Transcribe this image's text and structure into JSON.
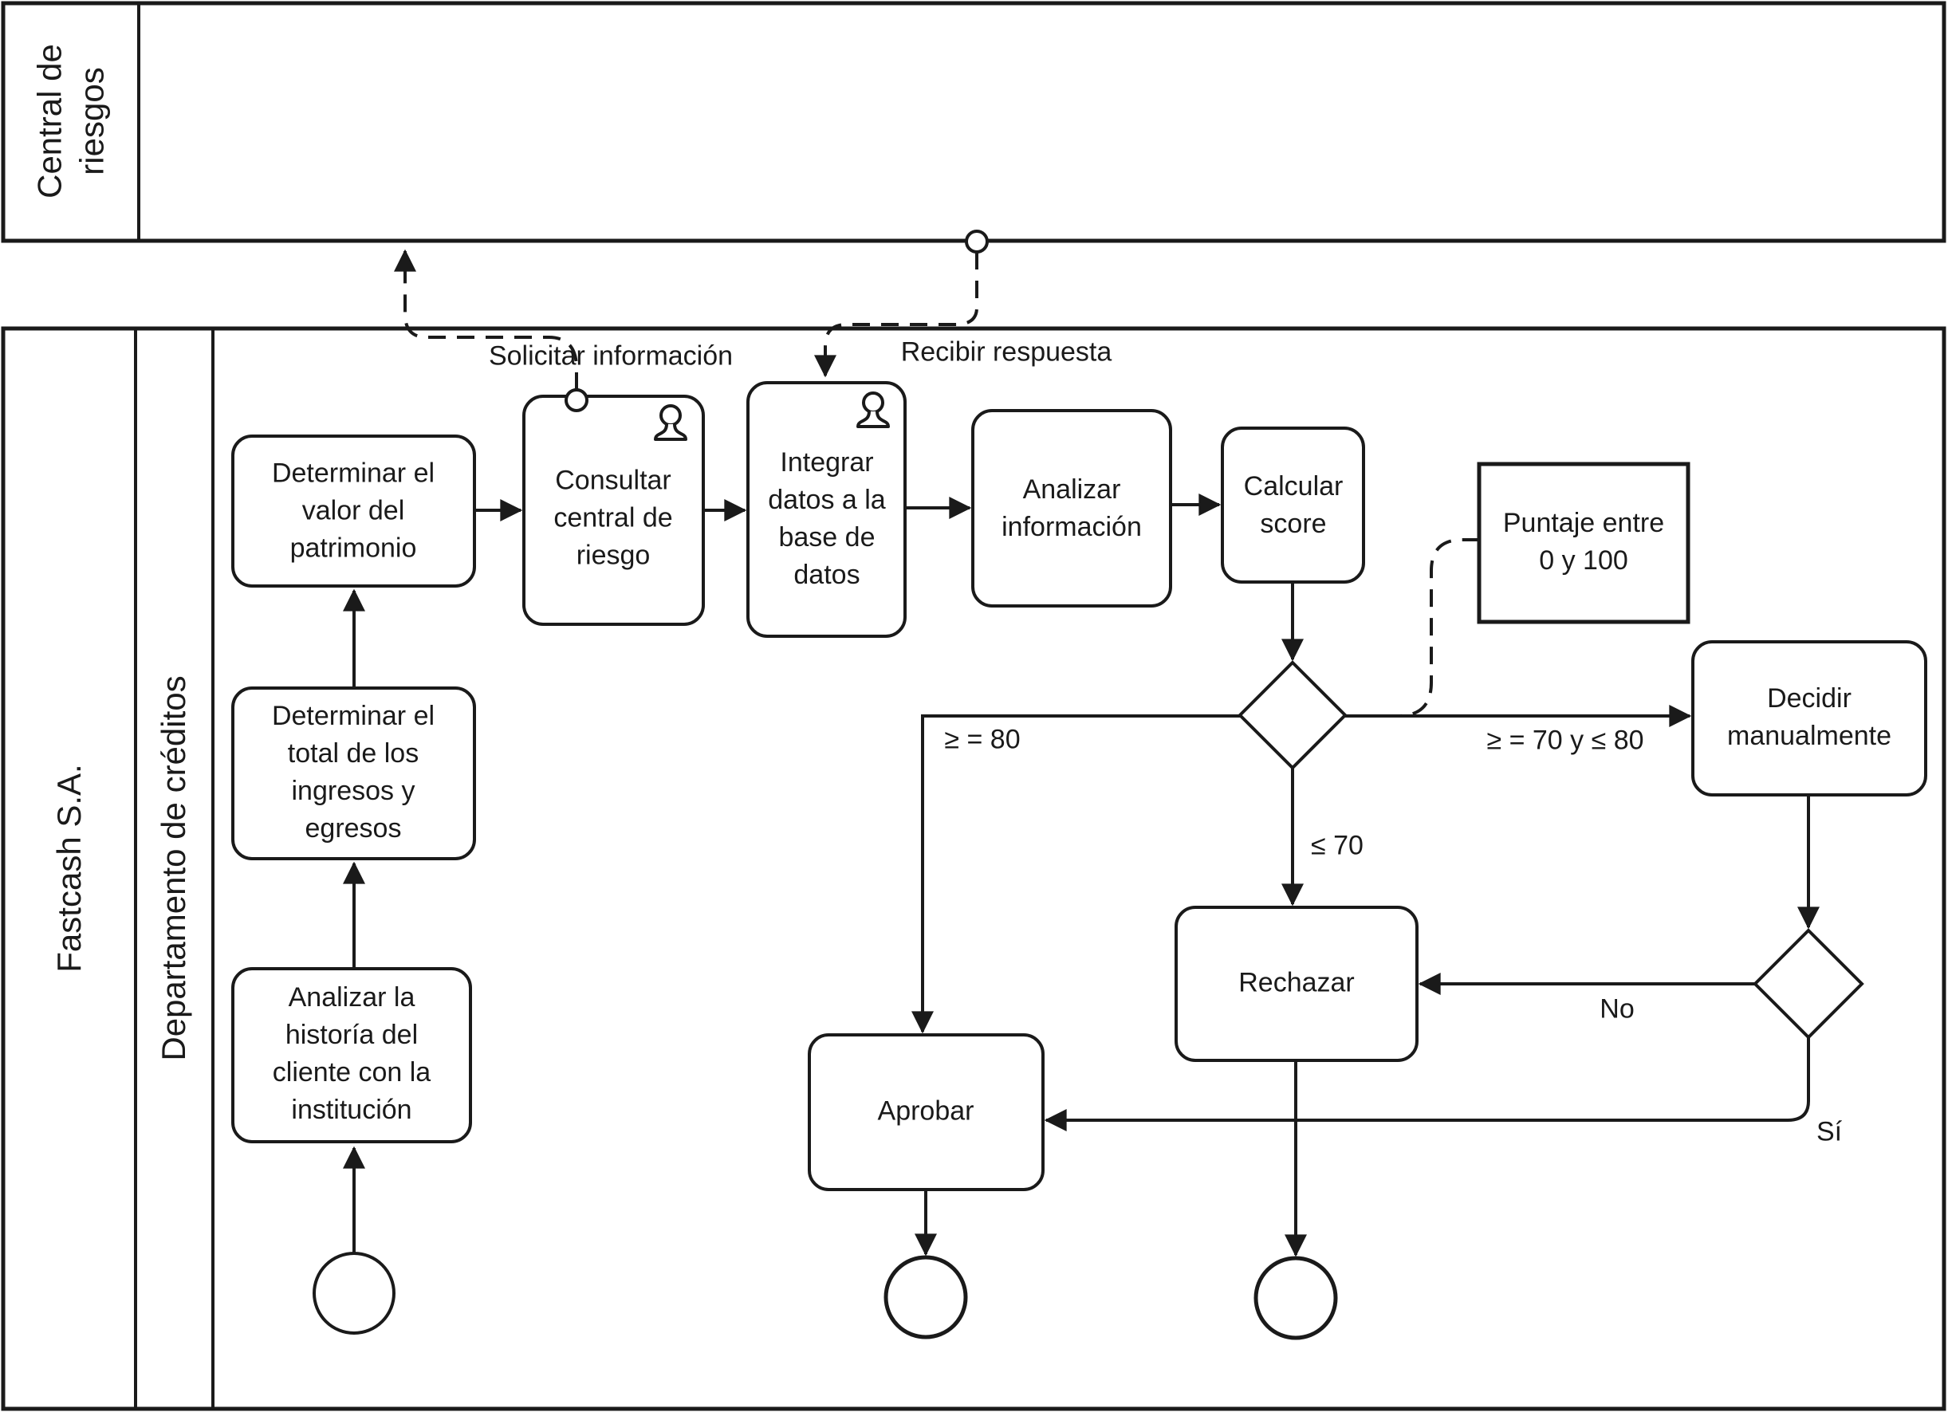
{
  "pools": {
    "central": {
      "label": "Central de\nriesgos"
    },
    "fastcash": {
      "label": "Fastcash S.A.",
      "lane": "Departamento de créditos"
    }
  },
  "nodes": {
    "det_valor": {
      "label": "Determinar el\nvalor del\npatrimonio"
    },
    "det_total": {
      "label": "Determinar el\ntotal de los\ningresos y\negresos"
    },
    "analizar_historia": {
      "label": "Analizar la\nhistoría del\ncliente con la\ninstitución"
    },
    "consultar": {
      "label": "Consultar\ncentral de\nriesgo"
    },
    "integrar": {
      "label": "Integrar\ndatos a la\nbase de\ndatos"
    },
    "analizar_info": {
      "label": "Analizar\ninformación"
    },
    "calcular": {
      "label": "Calcular\nscore"
    },
    "decidir": {
      "label": "Decidir\nmanualmente"
    },
    "rechazar": {
      "label": "Rechazar"
    },
    "aprobar": {
      "label": "Aprobar"
    },
    "annotation": {
      "label": "Puntaje entre\n0 y 100"
    }
  },
  "edge_labels": {
    "solicitar": "Solicitar información",
    "recibir": "Recibir respuesta",
    "ge80": "≥ = 80",
    "le70": "≤ 70",
    "between": "≥ = 70 y ≤ 80",
    "no": "No",
    "si": "Sí"
  },
  "colors": {
    "stroke": "#1a1a1a",
    "fill": "#ffffff"
  },
  "icons": {
    "stamp": "stamp-icon",
    "anchor": "message-anchor-circle"
  }
}
